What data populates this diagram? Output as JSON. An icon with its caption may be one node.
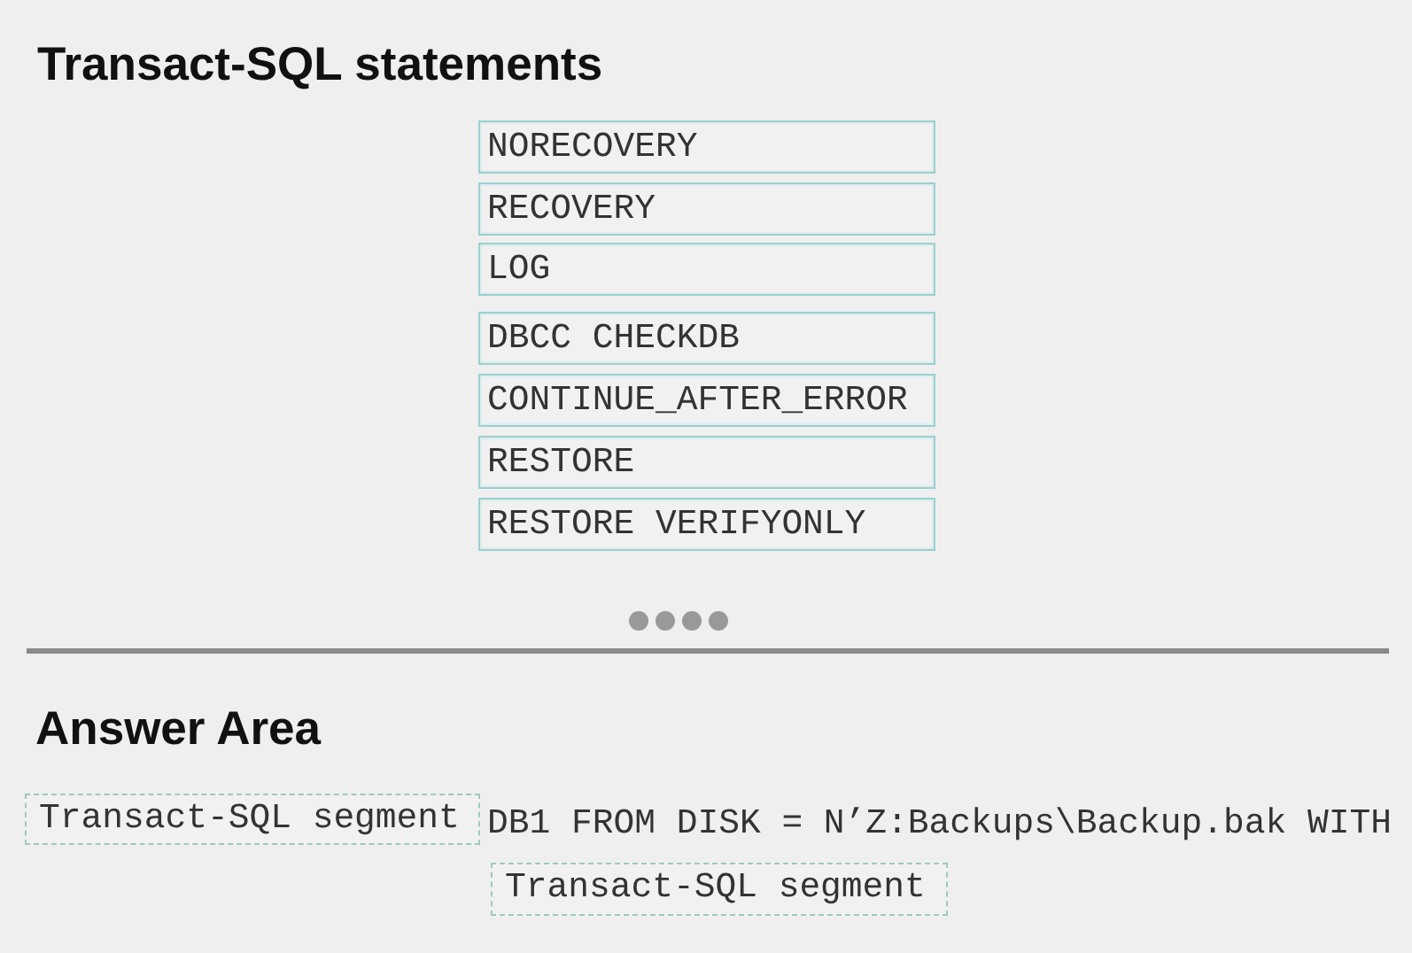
{
  "diagram": {
    "title": "Transact-SQL statements",
    "nodes": [
      {
        "text": [
          "NORECOVERY"
        ]
      },
      {
        "text": [
          "RECOVERY"
        ]
      },
      {
        "text": [
          "LOG"
        ]
      },
      {
        "text": [
          "DBCC CHECKDB"
        ]
      },
      {
        "text": [
          "CONTINUE_AFTER_ERROR"
        ]
      },
      {
        "text": [
          "RESTORE"
        ]
      },
      {
        "text": [
          "RESTORE VERIFYONLY"
        ]
      },
      {
        "text": [
          "Transact-SQL segment"
        ]
      },
      {
        "text": [
          "Transact-SQL segment"
        ]
      }
    ],
    "labels": [
      "Answer Area",
      "DB1 FROM DISK = N’Z:Backups\\Backup.bak WITH"
    ]
  }
}
